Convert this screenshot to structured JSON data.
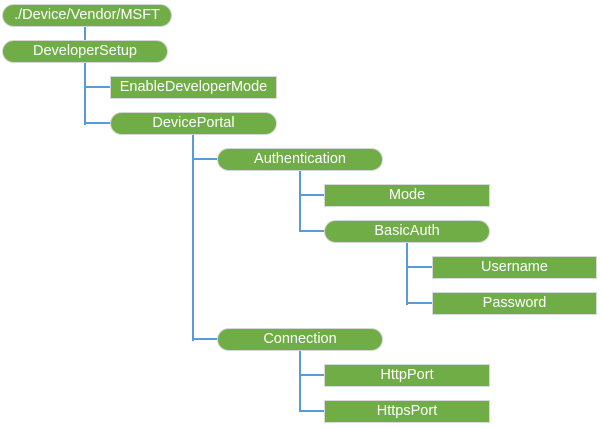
{
  "colors": {
    "node_fill": "#70AD47",
    "node_text": "#FFFFFF",
    "connector_line": "#5B9BD5",
    "leaf_border": "#D9D9D9"
  },
  "tree": {
    "nodes": [
      {
        "label": "./Device/Vendor/MSFT",
        "type": "interior"
      },
      {
        "label": "DeveloperSetup",
        "type": "interior"
      },
      {
        "label": "EnableDeveloperMode",
        "type": "leaf"
      },
      {
        "label": "DevicePortal",
        "type": "interior"
      },
      {
        "label": "Authentication",
        "type": "interior"
      },
      {
        "label": "Mode",
        "type": "leaf"
      },
      {
        "label": "BasicAuth",
        "type": "interior"
      },
      {
        "label": "Username",
        "type": "leaf"
      },
      {
        "label": "Password",
        "type": "leaf"
      },
      {
        "label": "Connection",
        "type": "interior"
      },
      {
        "label": "HttpPort",
        "type": "leaf"
      },
      {
        "label": "HttpsPort",
        "type": "leaf"
      }
    ]
  }
}
